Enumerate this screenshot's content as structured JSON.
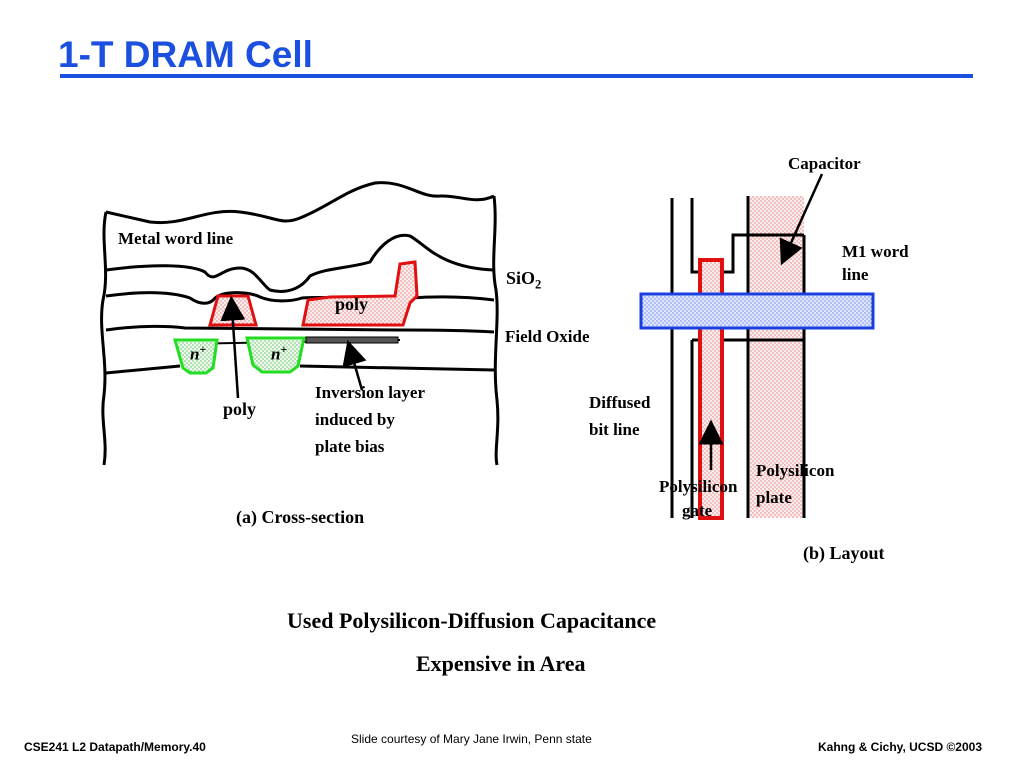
{
  "slide": {
    "title": "1-T DRAM Cell",
    "accent_color": "#1a4fe0"
  },
  "cross_section": {
    "metal_word_line": "Metal word line",
    "sio2_main": "SiO",
    "sio2_sub": "2",
    "poly_plate": "poly",
    "field_oxide": "Field Oxide",
    "n_plus_left": "n",
    "n_plus_left_sup": "+",
    "n_plus_right": "n",
    "n_plus_right_sup": "+",
    "poly_gate": "poly",
    "inversion_1": "Inversion layer",
    "inversion_2": "induced by",
    "inversion_3": "plate bias",
    "caption": "(a) Cross-section"
  },
  "layout": {
    "capacitor": "Capacitor",
    "m1_word_1": "M1 word",
    "m1_word_2": "line",
    "diffused_1": "Diffused",
    "diffused_2": "bit line",
    "poly_gate_1": "Polysilicon",
    "poly_gate_2": "gate",
    "poly_plate_1": "Polysilicon",
    "poly_plate_2": "plate",
    "caption": "(b) Layout"
  },
  "notes": {
    "line1": "Used Polysilicon-Diffusion Capacitance",
    "line2": "Expensive in Area"
  },
  "footer": {
    "left": "CSE241  L2 Datapath/Memory.40",
    "center": "Slide courtesy of Mary Jane Irwin, Penn state",
    "right": "Kahng & Cichy, UCSD ©2003"
  },
  "colors": {
    "poly": "#e01010",
    "diffusion": "#22dd22",
    "metal": "#1a3fe0",
    "fill_pink": "#fbe3e3",
    "fill_blue": "#c8d4ff"
  }
}
